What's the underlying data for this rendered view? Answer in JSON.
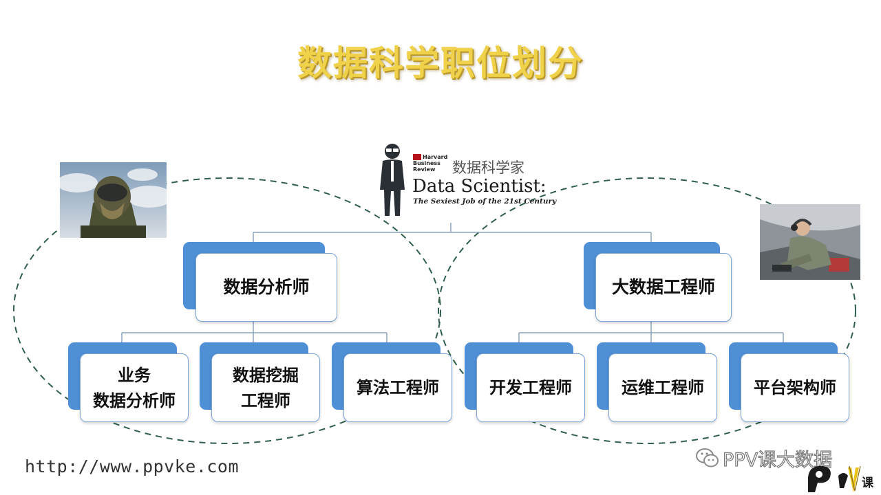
{
  "title": "数据科学职位划分",
  "header_card": {
    "logo_text": [
      "Harvard",
      "Business",
      "Review"
    ],
    "cn_label": "数据科学家",
    "headline": "Data Scientist:",
    "subheadline": "The Sexiest Job of the 21st Century"
  },
  "nodes": {
    "analyst": "数据分析师",
    "bigdata_engineer": "大数据工程师",
    "business_analyst_line1": "业务",
    "business_analyst_line2": "数据分析师",
    "data_mining_line1": "数据挖掘",
    "data_mining_line2": "工程师",
    "algorithm_engineer": "算法工程师",
    "dev_engineer": "开发工程师",
    "ops_engineer": "运维工程师",
    "platform_architect": "平台架构师"
  },
  "footer": {
    "url": "http://www.ppvke.com",
    "watermark": "PPV课大数据",
    "logo_char": "课"
  },
  "colors": {
    "title": "#f0d24a",
    "node_back": "#4f8fd6",
    "node_border": "#7aa6d6",
    "connector": "#8aa2bd",
    "ellipse": "#2f5e4a"
  }
}
